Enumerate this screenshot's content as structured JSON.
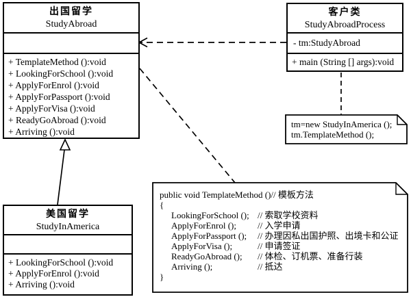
{
  "diagram": {
    "colors": {
      "line": "#000000",
      "background": "#ffffff"
    },
    "classes": {
      "study_abroad": {
        "name_cn": "出国留学",
        "name_en": "StudyAbroad",
        "methods": [
          "+ TemplateMethod ():void",
          "+ LookingForSchool ():void",
          "+ ApplyForEnrol ():void",
          "+ ApplyForPassport ():void",
          "+ ApplyForVisa ():void",
          "+ ReadyGoAbroad ():void",
          "+ Arriving ():void"
        ]
      },
      "client": {
        "name_cn": "客户类",
        "name_en": "StudyAbroadProcess",
        "attribute": "- tm:StudyAbroad",
        "method": "+ main (String [] args):void"
      },
      "study_in_america": {
        "name_cn": "美国留学",
        "name_en": "StudyInAmerica",
        "methods": [
          "+ LookingForSchool ():void",
          "+ ApplyForEnrol ():void",
          "+ Arriving ():void"
        ]
      }
    },
    "notes": {
      "client_code": {
        "line1": "tm=new StudyInAmerica ();",
        "line2": "tm.TemplateMethod ();"
      },
      "template_method": {
        "header": "public void TemplateMethod ()// 模板方法",
        "open_brace": "{",
        "body": [
          {
            "code": "LookingForSchool ();",
            "comment": "// 索取学校资料"
          },
          {
            "code": "ApplyForEnrol ();",
            "comment": "// 入学申请"
          },
          {
            "code": "ApplyForPassport ();",
            "comment": "// 办理因私出国护照、出境卡和公证"
          },
          {
            "code": "ApplyForVisa ();",
            "comment": "// 申请签证"
          },
          {
            "code": "ReadyGoAbroad ();",
            "comment": "// 体检、订机票、准备行装"
          },
          {
            "code": "Arriving ();",
            "comment": "// 抵达"
          }
        ],
        "close_brace": "}"
      }
    }
  }
}
